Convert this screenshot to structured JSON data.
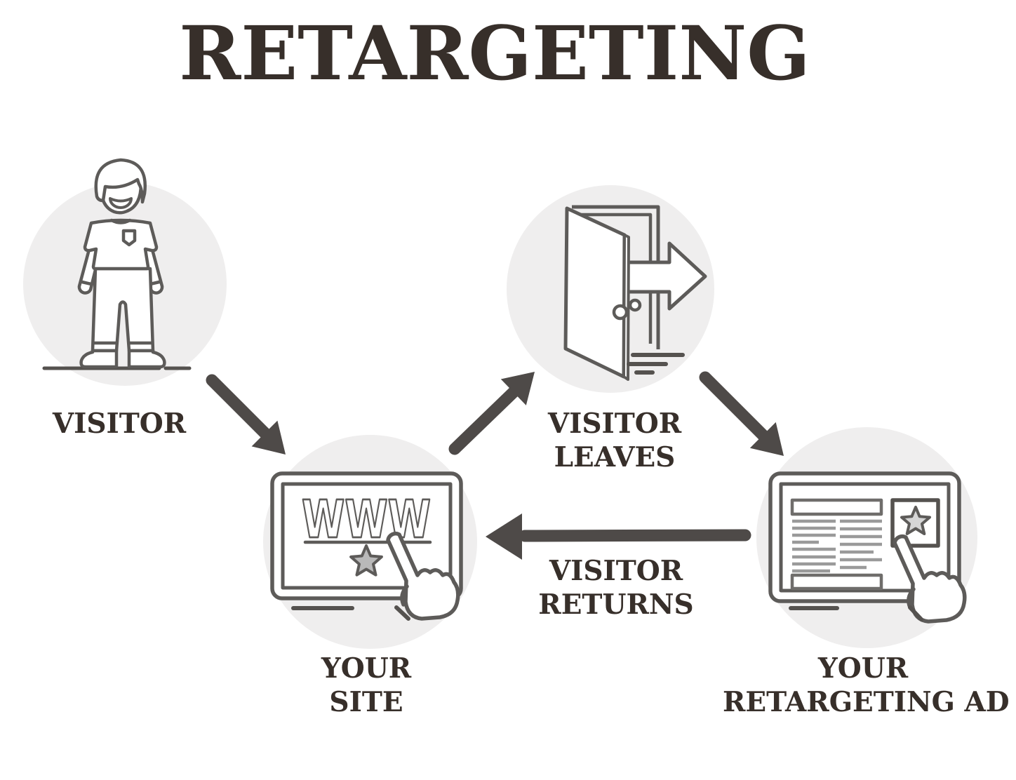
{
  "title": "RETARGETING",
  "colors": {
    "background": "#ffffff",
    "heading_text": "#372f2a",
    "label_text": "#372f2a",
    "icon_outline": "#5d5b59",
    "icon_detail_light": "#9a9a9a",
    "icon_accent_dark": "#55524f",
    "arrow": "#4e4a48",
    "node_circle_fill": "#efeeee",
    "site_star_fill": "#b9b9b9",
    "ad_star_fill": "#d6d6d6"
  },
  "diagram": {
    "type": "flow",
    "nodes": [
      {
        "id": "visitor",
        "icon": "person-icon",
        "label": "VISITOR",
        "line1": "VISITOR",
        "line2": ""
      },
      {
        "id": "your-site",
        "icon": "website-www-click-icon",
        "label": "YOUR SITE",
        "line1": "YOUR",
        "line2": "SITE",
        "screen_text": "WWW"
      },
      {
        "id": "visitor-leaves",
        "icon": "exit-door-arrow-icon",
        "label": "VISITOR LEAVES",
        "line1": "VISITOR",
        "line2": "LEAVES"
      },
      {
        "id": "your-retargeting-ad",
        "icon": "webpage-ad-click-icon",
        "label": "YOUR RETARGETING AD",
        "line1": "YOUR",
        "line2": "RETARGETING AD"
      }
    ],
    "edges": [
      {
        "from": "VISITOR",
        "to": "YOUR SITE",
        "label": ""
      },
      {
        "from": "YOUR SITE",
        "to": "VISITOR LEAVES",
        "label": ""
      },
      {
        "from": "VISITOR LEAVES",
        "to": "YOUR RETARGETING AD",
        "label": ""
      },
      {
        "from": "YOUR RETARGETING AD",
        "to": "YOUR SITE",
        "label": "VISITOR RETURNS",
        "line1": "VISITOR",
        "line2": "RETURNS"
      }
    ]
  }
}
